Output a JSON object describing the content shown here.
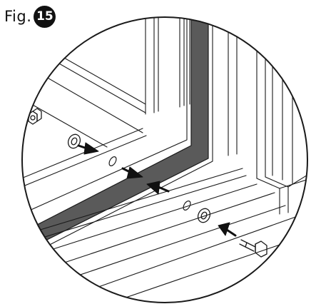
{
  "figure": {
    "label": "Fig.",
    "number": "15"
  },
  "colors": {
    "line": "#1a1a1a",
    "gasket": "#5a5a5a",
    "badge": "#111111",
    "background": "#ffffff"
  },
  "icons": {
    "badge": "filled-circle-number",
    "pointer": "arrow-icon",
    "fastener_loose_nut": "hex-nut-icon",
    "fastener_bolt": "hex-bolt-icon",
    "hole": "mounting-hole-icon",
    "washer": "washer-icon"
  }
}
